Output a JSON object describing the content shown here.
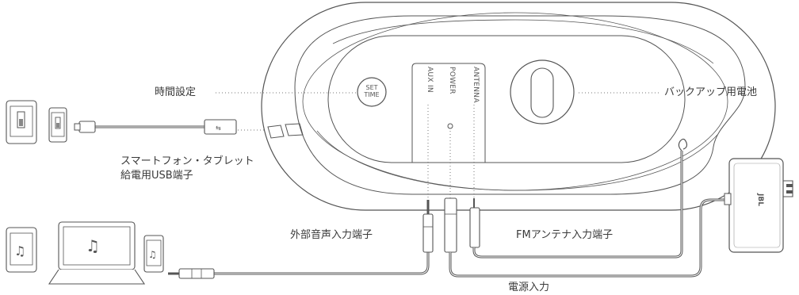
{
  "labels": {
    "set_time": "時間設定",
    "backup_battery": "バックアップ用電池",
    "usb_charging_line1": "スマートフォン・タブレット",
    "usb_charging_line2": "給電用USB端子",
    "aux_input": "外部音声入力端子",
    "fm_antenna_input": "FMアンテナ入力端子",
    "power_input": "電源入力"
  },
  "ports": {
    "aux_in": "AUX IN",
    "power": "POWER",
    "antenna": "ANTENNA"
  },
  "button": {
    "line1": "SET",
    "line2": "TIME"
  },
  "adapter_logo": "JBL",
  "colors": {
    "line": "#555555",
    "text": "#3a3a3a",
    "device_fill": "#ffffff"
  },
  "icons": [
    "tablet-battery-icon",
    "phone-battery-icon",
    "music-note-icon"
  ]
}
